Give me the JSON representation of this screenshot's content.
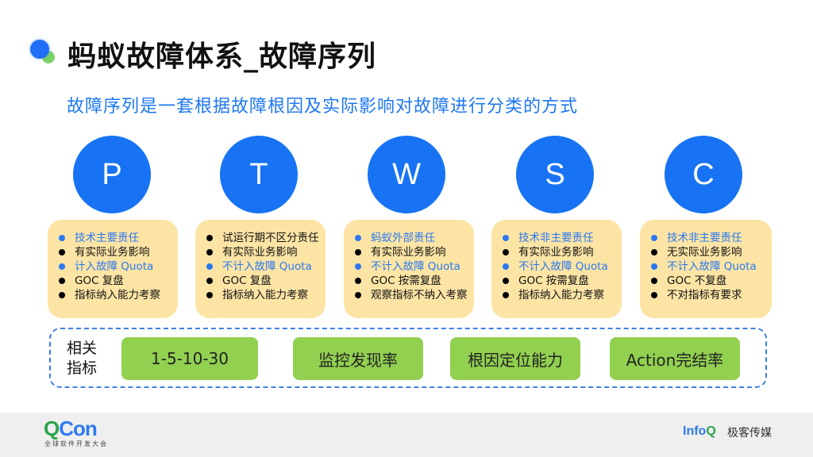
{
  "header": {
    "title": "蚂蚁故障体系_故障序列",
    "subtitle": "故障序列是一套根据故障根因及实际影响对故障进行分类的方式"
  },
  "categories": [
    {
      "letter": "P",
      "items": [
        {
          "text": "技术主要责任",
          "highlight": true
        },
        {
          "text": "有实际业务影响",
          "highlight": false
        },
        {
          "text": "计入故障 Quota",
          "highlight": true
        },
        {
          "text": "GOC 复盘",
          "highlight": false
        },
        {
          "text": "指标纳入能力考察",
          "highlight": false
        }
      ]
    },
    {
      "letter": "T",
      "items": [
        {
          "text": "试运行期不区分责任",
          "highlight": false
        },
        {
          "text": "有实际业务影响",
          "highlight": false
        },
        {
          "text": "不计入故障 Quota",
          "highlight": true
        },
        {
          "text": "GOC 复盘",
          "highlight": false
        },
        {
          "text": "指标纳入能力考察",
          "highlight": false
        }
      ]
    },
    {
      "letter": "W",
      "items": [
        {
          "text": "蚂蚁外部责任",
          "highlight": true
        },
        {
          "text": "有实际业务影响",
          "highlight": false
        },
        {
          "text": "不计入故障 Quota",
          "highlight": true
        },
        {
          "text": "GOC 按需复盘",
          "highlight": false
        },
        {
          "text": "观察指标不纳入考察",
          "highlight": false
        }
      ]
    },
    {
      "letter": "S",
      "items": [
        {
          "text": "技术非主要责任",
          "highlight": true
        },
        {
          "text": "有实际业务影响",
          "highlight": false
        },
        {
          "text": "不计入故障 Quota",
          "highlight": true
        },
        {
          "text": "GOC 按需复盘",
          "highlight": false
        },
        {
          "text": "指标纳入能力考察",
          "highlight": false
        }
      ]
    },
    {
      "letter": "C",
      "items": [
        {
          "text": "技术非主要责任",
          "highlight": true
        },
        {
          "text": "无实际业务影响",
          "highlight": false
        },
        {
          "text": "不计入故障 Quota",
          "highlight": true
        },
        {
          "text": "GOC 不复盘",
          "highlight": false
        },
        {
          "text": "不对指标有要求",
          "highlight": false
        }
      ]
    }
  ],
  "metrics": {
    "label_line1": "相关",
    "label_line2": "指标",
    "items": [
      "1-5-10-30",
      "监控发现率",
      "根因定位能力",
      "Action完结率"
    ]
  },
  "footer": {
    "qcon_q": "Q",
    "qcon_con": "Con",
    "qcon_sub": "全球软件开发大会",
    "infoq_info": "Info",
    "infoq_q": "Q",
    "infoq_cn": "极客传媒"
  },
  "colors": {
    "accent_blue": "#1773f4",
    "card_bg": "#fce4a5",
    "metric_green": "#92d050",
    "highlight_text": "#2a78f0"
  }
}
